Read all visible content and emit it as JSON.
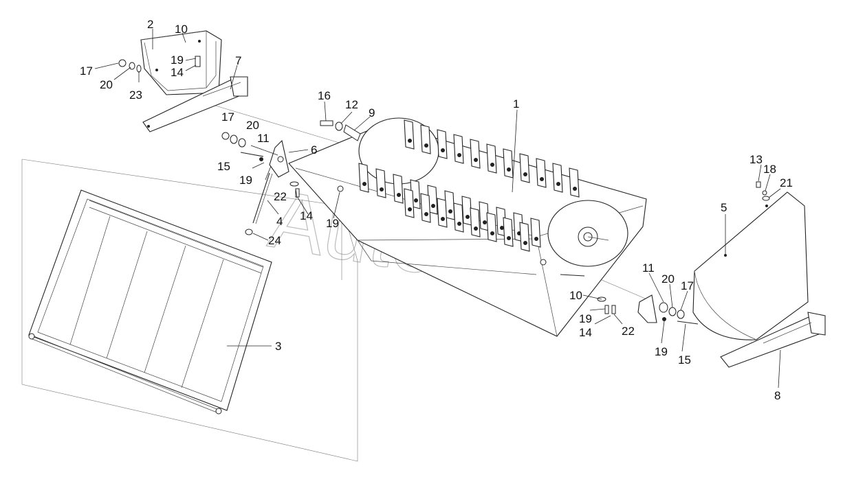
{
  "watermark": "AutoSoft",
  "callouts": [
    {
      "id": "c-2a",
      "text": "2"
    },
    {
      "id": "c-10a",
      "text": "10"
    },
    {
      "id": "c-17a",
      "text": "17"
    },
    {
      "id": "c-19a",
      "text": "19"
    },
    {
      "id": "c-14a",
      "text": "14"
    },
    {
      "id": "c-7",
      "text": "7"
    },
    {
      "id": "c-20a",
      "text": "20"
    },
    {
      "id": "c-23",
      "text": "23"
    },
    {
      "id": "c-16",
      "text": "16"
    },
    {
      "id": "c-12",
      "text": "12"
    },
    {
      "id": "c-9",
      "text": "9"
    },
    {
      "id": "c-1",
      "text": "1"
    },
    {
      "id": "c-17b",
      "text": "17"
    },
    {
      "id": "c-20b",
      "text": "20"
    },
    {
      "id": "c-11a",
      "text": "11"
    },
    {
      "id": "c-6",
      "text": "6"
    },
    {
      "id": "c-15a",
      "text": "15"
    },
    {
      "id": "c-19b",
      "text": "19"
    },
    {
      "id": "c-22a",
      "text": "22"
    },
    {
      "id": "c-4",
      "text": "4"
    },
    {
      "id": "c-14b",
      "text": "14"
    },
    {
      "id": "c-19c",
      "text": "19"
    },
    {
      "id": "c-24",
      "text": "24"
    },
    {
      "id": "c-13",
      "text": "13"
    },
    {
      "id": "c-18",
      "text": "18"
    },
    {
      "id": "c-21",
      "text": "21"
    },
    {
      "id": "c-5",
      "text": "5"
    },
    {
      "id": "c-3",
      "text": "3"
    },
    {
      "id": "c-11b",
      "text": "11"
    },
    {
      "id": "c-20c",
      "text": "20"
    },
    {
      "id": "c-17c",
      "text": "17"
    },
    {
      "id": "c-10b",
      "text": "10"
    },
    {
      "id": "c-19d",
      "text": "19"
    },
    {
      "id": "c-14c",
      "text": "14"
    },
    {
      "id": "c-22b",
      "text": "22"
    },
    {
      "id": "c-19e",
      "text": "19"
    },
    {
      "id": "c-15b",
      "text": "15"
    },
    {
      "id": "c-8",
      "text": "8"
    }
  ]
}
